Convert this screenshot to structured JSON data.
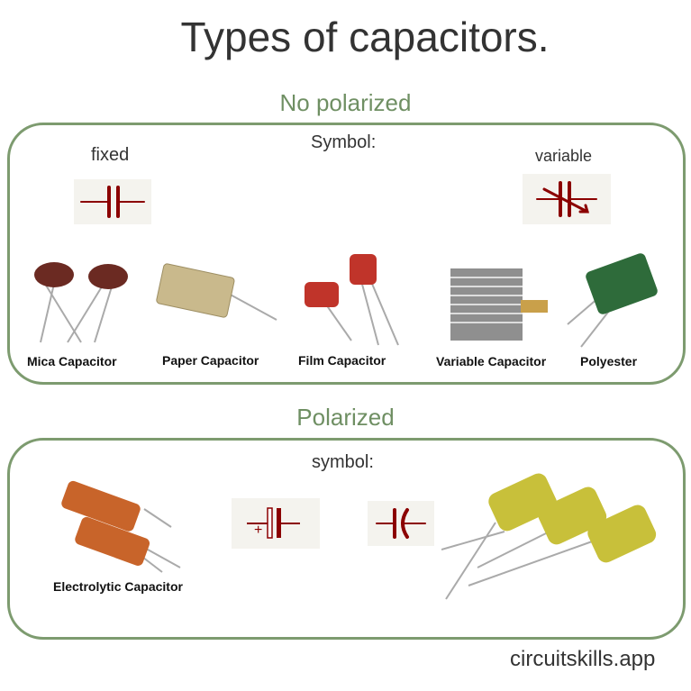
{
  "title": "Types of capacitors.",
  "non_polarized": {
    "heading": "No polarized",
    "symbol_label": "Symbol:",
    "fixed_label": "fixed",
    "variable_label": "variable",
    "items": [
      {
        "label": "Mica Capacitor",
        "color": "#6b2a22"
      },
      {
        "label": "Paper Capacitor",
        "color": "#c9b98c"
      },
      {
        "label": "Film Capacitor",
        "color": "#c0342a"
      },
      {
        "label": "Variable Capacitor",
        "color": "#9a9a9a"
      },
      {
        "label": "Polyester",
        "color": "#2e6b3a"
      }
    ]
  },
  "polarized": {
    "heading": "Polarized",
    "symbol_label": "symbol:",
    "plus_sign": "+",
    "items": [
      {
        "label": "Electrolytic Capacitor",
        "color": "#c8642a"
      },
      {
        "label": "",
        "color": "#c8c03a"
      }
    ]
  },
  "footer": "circuitskills.app",
  "colors": {
    "accent": "#7d9b6f",
    "symbol": "#8b0000",
    "symbol_bg": "#f4f3ee"
  }
}
